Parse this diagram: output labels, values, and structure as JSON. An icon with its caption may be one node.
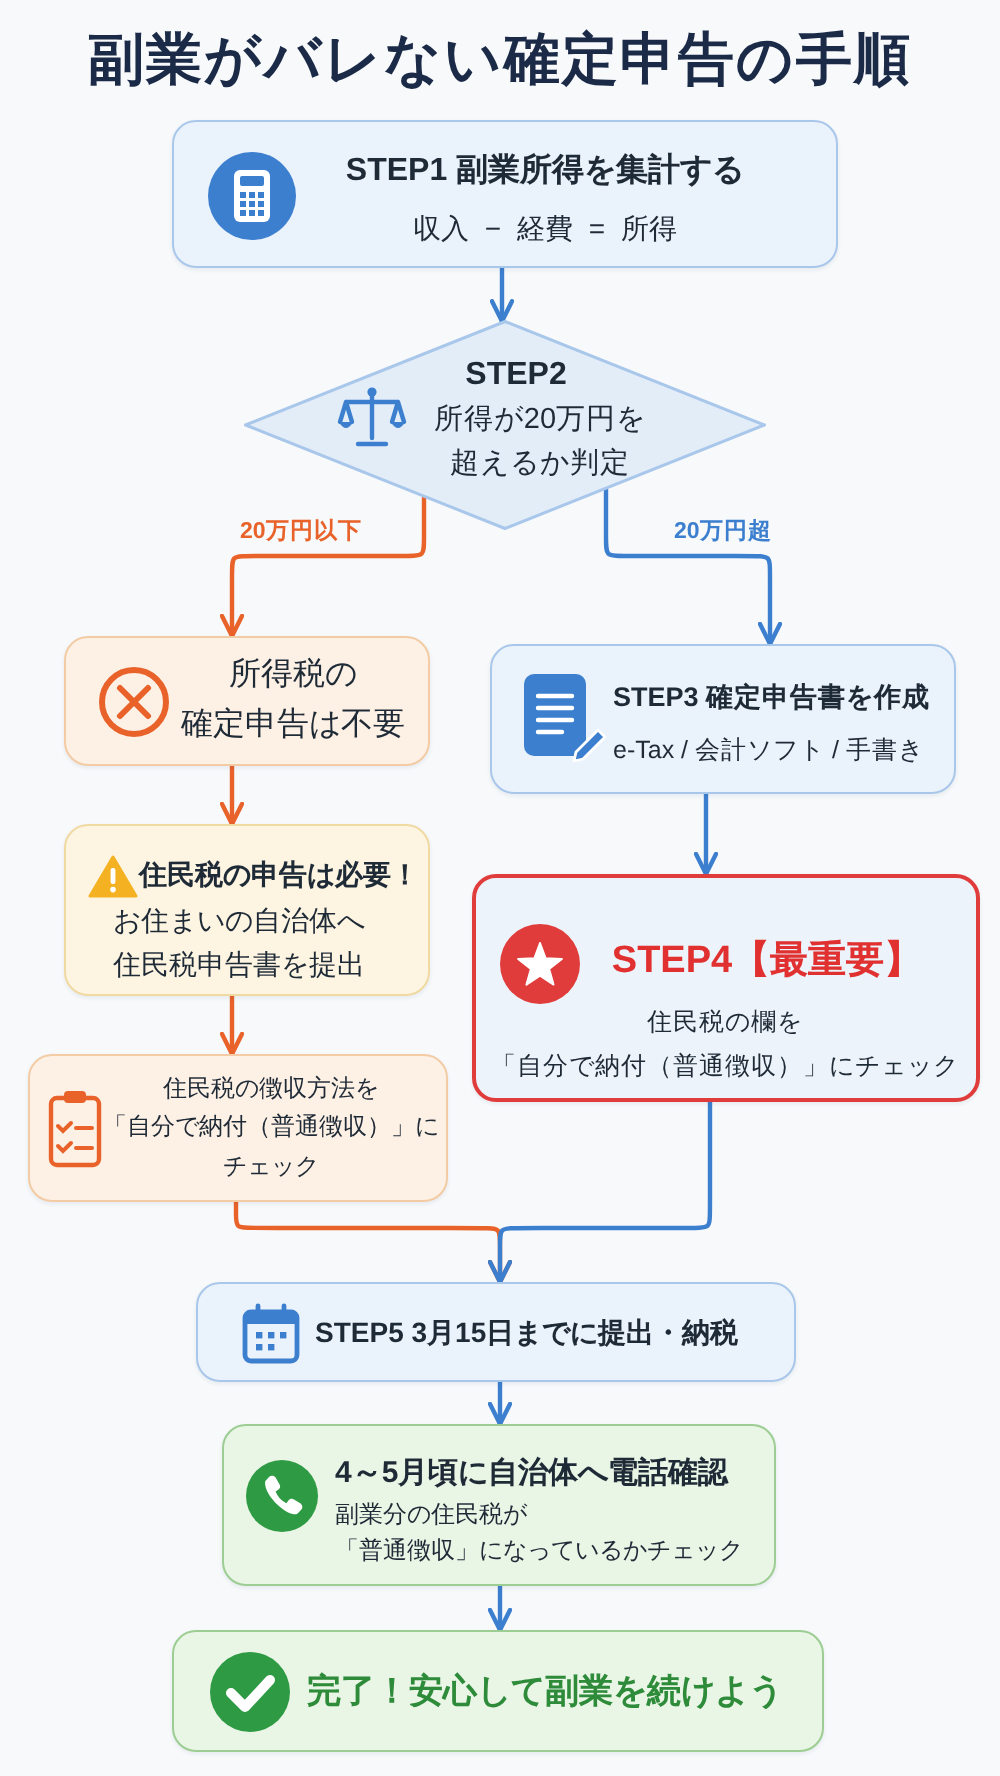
{
  "diagram": {
    "title": "副業がバレない確定申告の手順",
    "nodes": [
      {
        "text": [
          "STEP1 副業所得を集計する",
          "収入 − 経費 = 所得"
        ]
      },
      {
        "text": [
          "STEP2",
          "所得が20万円を超えるか判定"
        ]
      },
      {
        "text": [
          "所得税の確定申告は不要"
        ]
      },
      {
        "text": [
          "住民税の申告は必要！",
          "お住まいの自治体へ住民税申告書を提出"
        ]
      },
      {
        "text": [
          "住民税の徴収方法を「自分で納付（普通徴収）」にチェック"
        ]
      },
      {
        "text": [
          "STEP3 確定申告書を作成",
          "e-Tax / 会計ソフト / 手書き"
        ]
      },
      {
        "text": [
          "STEP4【最重要】",
          "住民税の欄を「自分で納付（普通徴収）」にチェック"
        ]
      },
      {
        "text": [
          "STEP5 3月15日までに提出・納税"
        ]
      },
      {
        "text": [
          "4～5月頃に自治体へ電話確認",
          "副業分の住民税が「普通徴収」になっているかチェック"
        ]
      },
      {
        "text": [
          "完了！安心して副業を続けよう"
        ]
      }
    ],
    "edges": [
      {
        "from": 0,
        "to": 1,
        "arrow": "to"
      },
      {
        "from": 1,
        "to": 2,
        "arrow": "to",
        "label": "20万円以下",
        "color": "#e8622a"
      },
      {
        "from": 1,
        "to": 5,
        "arrow": "to",
        "label": "20万円超"
      },
      {
        "from": 2,
        "to": 3,
        "arrow": "to",
        "color": "#e8622a"
      },
      {
        "from": 3,
        "to": 4,
        "arrow": "to",
        "color": "#e8622a"
      },
      {
        "from": 5,
        "to": 6,
        "arrow": "to"
      },
      {
        "from": 4,
        "to": 7,
        "arrow": "to",
        "color": "#e8622a"
      },
      {
        "from": 6,
        "to": 7,
        "arrow": "to"
      },
      {
        "from": 7,
        "to": 8,
        "arrow": "to"
      },
      {
        "from": 8,
        "to": 9,
        "arrow": "to"
      }
    ]
  }
}
